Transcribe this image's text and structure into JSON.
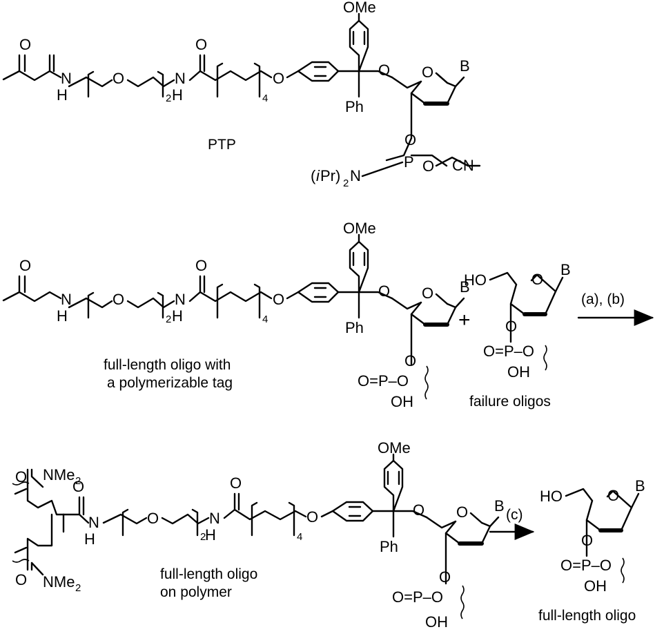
{
  "atoms": {
    "O": "O",
    "H": "H",
    "N": "N",
    "P": "P",
    "B": "B",
    "OMe": "OMe",
    "Ph": "Ph",
    "HO": "HO",
    "OH": "OH",
    "CN": "CN",
    "NMe": "NMe",
    "iPr_open": "(",
    "iPr_i": "i",
    "iPr_rest": "Pr)",
    "P_eq": "O=P–O",
    "sub2": "2",
    "sub4": "4"
  },
  "labels": {
    "ptp": "PTP",
    "full_length_tag_1": "full-length oligo with",
    "full_length_tag_2": "a polymerizable tag",
    "failure": "failure oligos",
    "on_polymer_1": "full-length oligo",
    "on_polymer_2": "on polymer",
    "full_length": "full-length oligo",
    "plus": "+",
    "step_ab": "(a), (b)",
    "step_c": "(c)"
  }
}
